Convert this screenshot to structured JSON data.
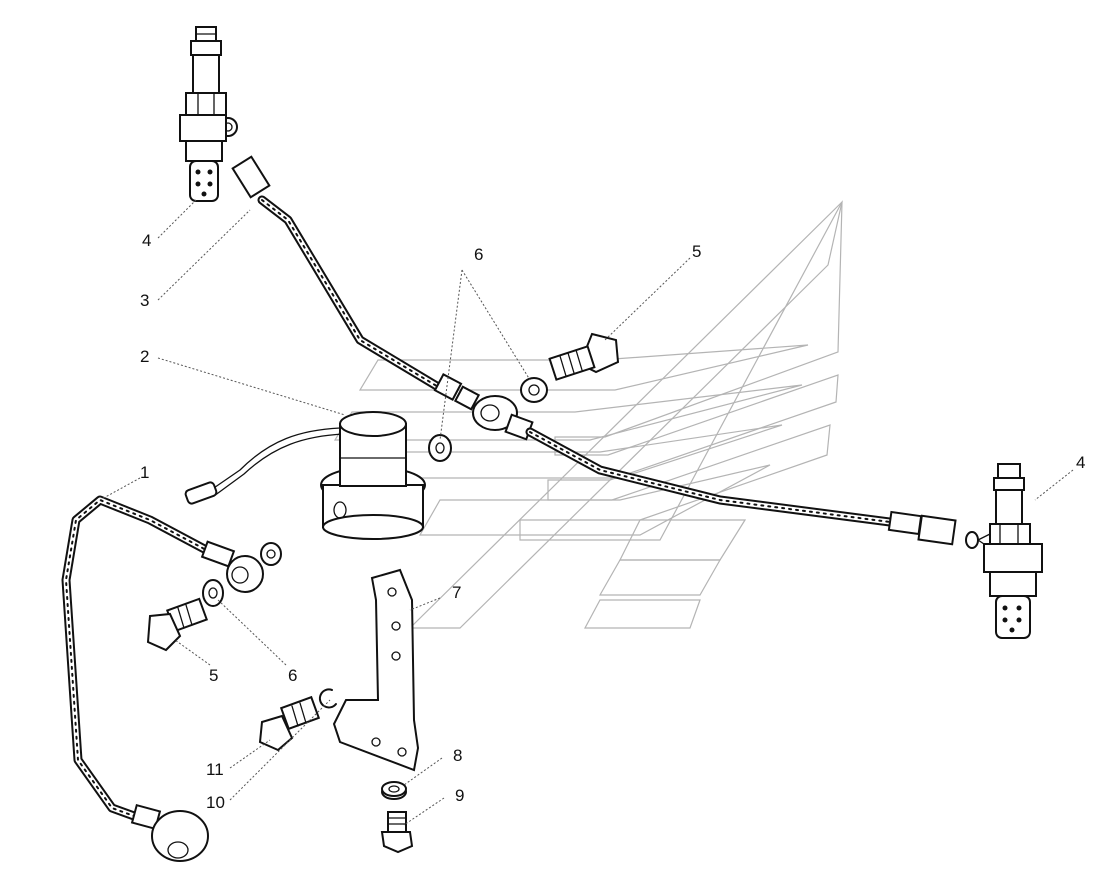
{
  "figure": {
    "callouts": [
      {
        "id": "c1",
        "label": "1"
      },
      {
        "id": "c2",
        "label": "2"
      },
      {
        "id": "c3",
        "label": "3"
      },
      {
        "id": "c4a",
        "label": "4"
      },
      {
        "id": "c4b",
        "label": "4"
      },
      {
        "id": "c5a",
        "label": "5"
      },
      {
        "id": "c5b",
        "label": "5"
      },
      {
        "id": "c6a",
        "label": "6"
      },
      {
        "id": "c6b",
        "label": "6"
      },
      {
        "id": "c7",
        "label": "7"
      },
      {
        "id": "c8",
        "label": "8"
      },
      {
        "id": "c9",
        "label": "9"
      },
      {
        "id": "c10",
        "label": "10"
      },
      {
        "id": "c11",
        "label": "11"
      }
    ],
    "parts": [
      "pipe-1",
      "sensor-2",
      "pipe-3",
      "glow-plug-4",
      "bolt-5",
      "washer-6",
      "bracket-7",
      "washer-8",
      "bolt-9",
      "washer-10",
      "bolt-11"
    ]
  }
}
